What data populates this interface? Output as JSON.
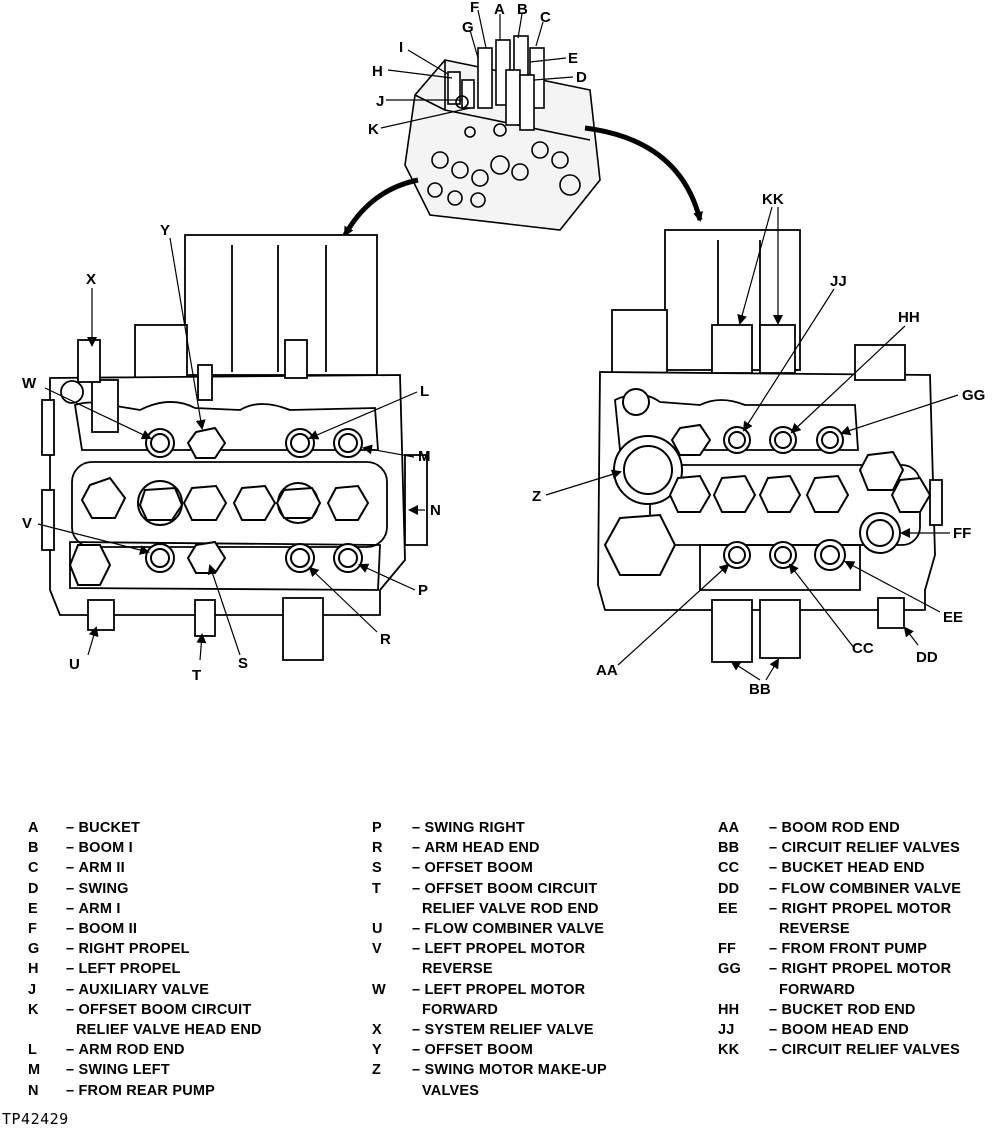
{
  "figure_id": "TP42429",
  "top_view_callouts": [
    "A",
    "B",
    "C",
    "D",
    "E",
    "F",
    "G",
    "H",
    "I",
    "J",
    "K"
  ],
  "left_view_callouts": [
    "X",
    "Y",
    "W",
    "L",
    "M",
    "N",
    "V",
    "P",
    "R",
    "S",
    "T",
    "U"
  ],
  "right_view_callouts": [
    "KK",
    "JJ",
    "HH",
    "GG",
    "Z",
    "FF",
    "EE",
    "DD",
    "CC",
    "BB",
    "AA"
  ],
  "legend": {
    "col1": [
      {
        "key": "A",
        "sep": "–",
        "text": "BUCKET"
      },
      {
        "key": "B",
        "sep": "–",
        "text": "BOOM I"
      },
      {
        "key": "C",
        "sep": "–",
        "text": "ARM II"
      },
      {
        "key": "D",
        "sep": "–",
        "text": "SWING"
      },
      {
        "key": "E",
        "sep": "–",
        "text": "ARM I"
      },
      {
        "key": "F",
        "sep": "–",
        "text": "BOOM II"
      },
      {
        "key": "G",
        "sep": "–",
        "text": "RIGHT PROPEL"
      },
      {
        "key": "H",
        "sep": "–",
        "text": "LEFT PROPEL"
      },
      {
        "key": "J",
        "sep": "–",
        "text": "AUXILIARY VALVE"
      },
      {
        "key": "K",
        "sep": "–",
        "text": "OFFSET BOOM CIRCUIT"
      },
      {
        "key": "",
        "sep": "",
        "text": "RELIEF VALVE HEAD END"
      },
      {
        "key": "L",
        "sep": "–",
        "text": "ARM ROD END"
      },
      {
        "key": "M",
        "sep": "–",
        "text": "SWING LEFT"
      },
      {
        "key": "N",
        "sep": "–",
        "text": "FROM REAR PUMP"
      }
    ],
    "col2": [
      {
        "key": "P",
        "sep": "–",
        "text": "SWING RIGHT"
      },
      {
        "key": "R",
        "sep": "–",
        "text": "ARM HEAD END"
      },
      {
        "key": "S",
        "sep": "–",
        "text": "OFFSET BOOM"
      },
      {
        "key": "T",
        "sep": "–",
        "text": "OFFSET BOOM CIRCUIT"
      },
      {
        "key": "",
        "sep": "",
        "text": "RELIEF VALVE ROD END"
      },
      {
        "key": "U",
        "sep": "–",
        "text": "FLOW COMBINER VALVE"
      },
      {
        "key": "V",
        "sep": "–",
        "text": "LEFT PROPEL MOTOR"
      },
      {
        "key": "",
        "sep": "",
        "text": "REVERSE"
      },
      {
        "key": "W",
        "sep": "–",
        "text": "LEFT PROPEL MOTOR"
      },
      {
        "key": "",
        "sep": "",
        "text": "FORWARD"
      },
      {
        "key": "X",
        "sep": "–",
        "text": "SYSTEM RELIEF VALVE"
      },
      {
        "key": "Y",
        "sep": "–",
        "text": "OFFSET BOOM"
      },
      {
        "key": "Z",
        "sep": "–",
        "text": "SWING MOTOR MAKE-UP"
      },
      {
        "key": "",
        "sep": "",
        "text": "VALVES"
      }
    ],
    "col3": [
      {
        "key": "AA",
        "sep": "–",
        "text": "BOOM ROD END"
      },
      {
        "key": "BB",
        "sep": "–",
        "text": "CIRCUIT RELIEF VALVES"
      },
      {
        "key": "CC",
        "sep": "–",
        "text": "BUCKET HEAD END"
      },
      {
        "key": "DD",
        "sep": "–",
        "text": "FLOW COMBINER VALVE"
      },
      {
        "key": "EE",
        "sep": "–",
        "text": "RIGHT PROPEL MOTOR"
      },
      {
        "key": "",
        "sep": "",
        "text": "REVERSE"
      },
      {
        "key": "FF",
        "sep": "–",
        "text": "FROM FRONT PUMP"
      },
      {
        "key": "GG",
        "sep": "–",
        "text": "RIGHT PROPEL MOTOR"
      },
      {
        "key": "",
        "sep": "",
        "text": "FORWARD"
      },
      {
        "key": "HH",
        "sep": "–",
        "text": "BUCKET ROD END"
      },
      {
        "key": "JJ",
        "sep": "–",
        "text": "BOOM HEAD END"
      },
      {
        "key": "KK",
        "sep": "–",
        "text": "CIRCUIT RELIEF VALVES"
      }
    ]
  }
}
